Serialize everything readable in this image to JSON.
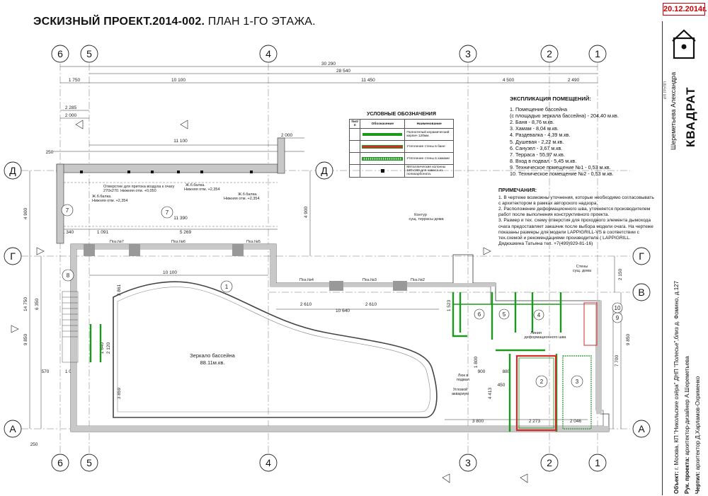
{
  "header": {
    "title_bold": "ЭСКИЗНЫЙ ПРОЕКТ.2014-002.",
    "title_light": " ПЛАН 1-ГО ЭТАЖА.",
    "date": "20.12.2014г."
  },
  "axes_top": [
    "6",
    "5",
    "4",
    "3",
    "2",
    "1"
  ],
  "axes_left": [
    "Д",
    "Г",
    "А"
  ],
  "axes_right": [
    "Д",
    "Г",
    "В",
    "А"
  ],
  "dimensions": {
    "overall_1": "30 290",
    "overall_2": "28 540",
    "seg": [
      "1 750",
      "10 100",
      "11 450",
      "4 500",
      "2 490"
    ],
    "left_2285": "2 285",
    "left_2000": "2 000",
    "top_11100": "11 100",
    "top_11390": "11 390",
    "right_2000": "2 000",
    "left_4900": "4 900",
    "right_4900": "4 900",
    "left_14750": "14 750",
    "left_6350": "6 350",
    "left_9850": "9 850",
    "right_9850": "9 850",
    "right_7700": "7 700",
    "right_2150": "2 150",
    "left_250": "250",
    "pool_10100": "10 100",
    "row_1340": "1 340",
    "row_1091": "1 091",
    "row_5269": "5 269",
    "row_10640": "10 640",
    "row_2610a": "2 610",
    "row_2610b": "2 610",
    "row_3800": "3 800",
    "row_2273": "2 273",
    "row_2046": "2 046",
    "d_1070": "1 070",
    "d_570": "570",
    "d_1640": "1 640",
    "d_2120": "2 120",
    "d_3861": "3 861",
    "d_3859": "3 859",
    "d_1800": "1 800",
    "d_900": "900",
    "d_880": "880",
    "d_450": "450",
    "d_4413": "4 413",
    "d_1523": "1 523"
  },
  "labels": {
    "pool_mirror": "Зеркало бассейна",
    "pool_area": "88.11м.кв.",
    "pos6": "Поз.№6",
    "pos7": "Поз.№7",
    "pos5": "Поз.№5",
    "pos4": "Поз.№4",
    "pos3": "Поз.№3",
    "pos2": "Поз.№2",
    "terrace_contour": "Контур",
    "terrace_contour2": "сущ. террасы  дома",
    "walls_house": "Стены",
    "walls_house2": "сущ. дома",
    "deform_line": "Линия",
    "deform_line2": "деформационного шва",
    "hatch": "Люк в",
    "hatch2": "подвал",
    "corner_aqua": "Угловой",
    "corner_aqua2": "аквариум",
    "opening": "Отверстие для притока воздуха к очагу",
    "opening2": "270x270. Нижняя отм. +0,050",
    "beam_1": "Ж.б.балка.",
    "beam_1b": "Нижняя отм. +2,354",
    "beam_2": "Ж.б.балка.",
    "beam_2b": "Нижняя  отм. +2,354",
    "beam_3": "Ж.б.балка.",
    "beam_3b": "Нижняя отм. +2,354"
  },
  "rooms": [
    "1",
    "2",
    "3",
    "4",
    "5",
    "6",
    "7",
    "8",
    "9",
    "10"
  ],
  "legend": {
    "title": "УСЛОВНЫЕ ОБОЗНАЧЕНИЯ",
    "col_num": "№п/п",
    "col_sign": "Обозначение",
    "col_name": "Наименование",
    "rows": [
      {
        "name": "Полнотелый керамический кирпич 120мм.",
        "color": "#1a9a1a"
      },
      {
        "name": "Утепление стены в бане",
        "color": "#d42a2a"
      },
      {
        "name": "Утепление стены в хамаме",
        "color": "#48a048"
      },
      {
        "name": "Металлические колонны 180x180 для навеса из поликарбоната.",
        "color": "#111111"
      }
    ]
  },
  "explication": {
    "title": "ЭКСПЛИКАЦИЯ ПОМЕЩЕНИЙ:",
    "items": [
      "1.    Помещение бассейна",
      "(с площадью зеркала бассейна) - 204,40 м.кв.",
      "2.    Баня - 8,76 м.кв.",
      "3.    Хамам - 8,04 м.кв.",
      "4.    Раздевалка - 4,39 м.кв.",
      "5.    Душевая - 2,22 м.кв.",
      "6.    Санузел - 3,67 м.кв.",
      "7.    Терраса  - 55,97 м.кв.",
      "8.    Вход в подвал - 5,45 м.кв.",
      "9.    Техническое помещение №1 - 0,53 м.кв.",
      "10. Техническое помещение №2 - 0,53 м.кв."
    ]
  },
  "notes": {
    "title": "ПРИМЕЧАНИЯ:",
    "items": [
      "1.  В чертеже возможны уточнения, которые необходимо согласовывать с архитектором в рамках авторского надзора.",
      "2.  Расположение деформационного шва, уточняется производителем работ после выполнения конструктивного проекта.",
      "3.  Размер и тех. схему отверстия для проходного элемента дымохода очага предоставляет заказчик после выбора модели очага. На чертеже показаны размеры для модели LAPPIGRILL-VS в соответствии с тех.схемой и рекомендациями производителя ( LAPPIGRILL. Дядюшкина Татьяна тел. +7(499)929-81-16)"
    ]
  },
  "stamp": {
    "brand": "КВАДРАТ",
    "author": "Шереметьева Александра",
    "small": "ИП ГРУПП",
    "object_label": "Объект:",
    "object_value": "г. Москва, КП \"Никольские озёра\" ДНП \"Полесье\",близ  д. Фомино, д.127",
    "head_label": "Рук. проекта:",
    "head_value": "архитектор-дизайнер А.Шереметьева",
    "draw_label": "Чертил:",
    "draw_value": "архитектор Д.Харламов-Охрименко"
  },
  "colors": {
    "brick": "#1a9a1a",
    "sauna": "#d42a2a",
    "hamam": "#48a048",
    "wall": "#c8c8c8",
    "accent_date": "#cc0000"
  }
}
